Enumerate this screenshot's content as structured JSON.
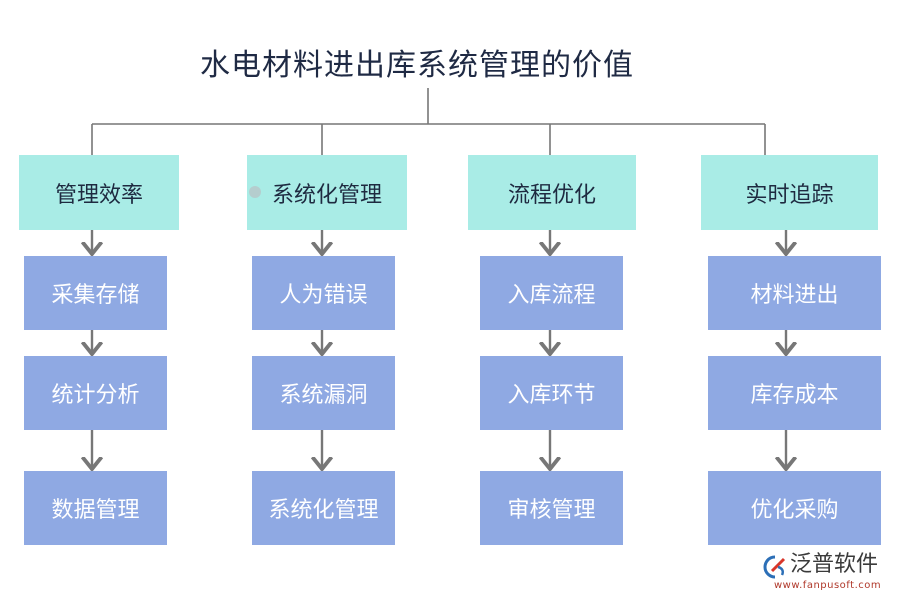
{
  "title": "水电材料进出库系统管理的价值",
  "colors": {
    "head": "#a9ece6",
    "item": "#8fa9e3",
    "line": "#777777"
  },
  "columns": [
    {
      "head": "管理效率",
      "items": [
        "采集存储",
        "统计分析",
        "数据管理"
      ]
    },
    {
      "head": "系统化管理",
      "items": [
        "人为错误",
        "系统漏洞",
        "系统化管理"
      ]
    },
    {
      "head": "流程优化",
      "items": [
        "入库流程",
        "入库环节",
        "审核管理"
      ]
    },
    {
      "head": "实时追踪",
      "items": [
        "材料进出",
        "库存成本",
        "优化采购"
      ]
    }
  ],
  "logo": {
    "name": "泛普软件",
    "url": "www.fanpusoft.com"
  }
}
